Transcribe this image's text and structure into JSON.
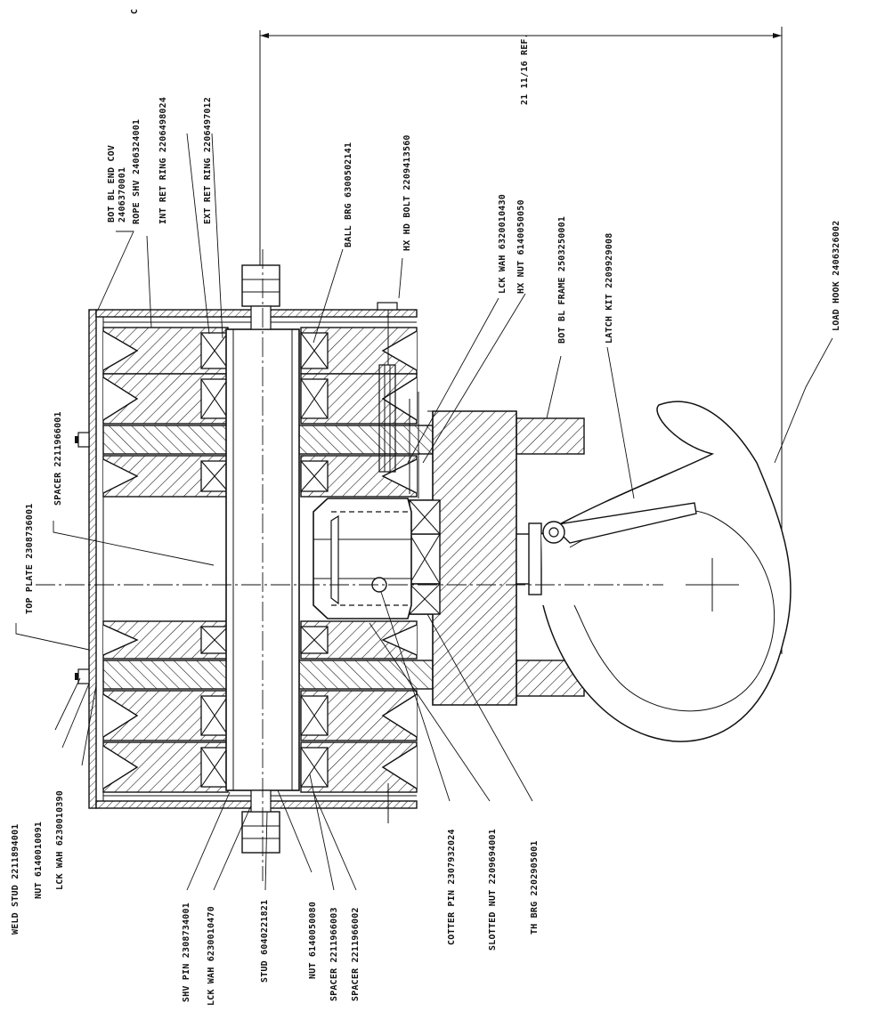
{
  "drawing": {
    "corner_mark": "C",
    "dimension": "21 11/16 REF."
  },
  "labels": [
    {
      "id": "weld-stud",
      "text": "WELD STUD 2211894001"
    },
    {
      "id": "nut-1",
      "text": "NUT 6140010091"
    },
    {
      "id": "lck-wah-1",
      "text": "LCK WAH 6230010390"
    },
    {
      "id": "top-plate",
      "text": "TOP PLATE 2308736001"
    },
    {
      "id": "spacer-top",
      "text": "SPACER 2211966001"
    },
    {
      "id": "bot-bl-end-cov",
      "text": "BOT BL END COV"
    },
    {
      "id": "bot-bl-end-cov-2",
      "text": "2406370001"
    },
    {
      "id": "rope-shv",
      "text": "ROPE SHV 2406324001"
    },
    {
      "id": "int-ret-ring",
      "text": "INT RET RING 2206498024"
    },
    {
      "id": "ext-ret-ring",
      "text": "EXT RET RING 2206497012"
    },
    {
      "id": "ball-brg",
      "text": "BALL BRG 6300502141"
    },
    {
      "id": "hx-hd-bolt",
      "text": "HX HD BOLT 2209413560"
    },
    {
      "id": "lck-wah-2",
      "text": "LCK WAH 6320010430"
    },
    {
      "id": "hx-nut",
      "text": "HX NUT 6140050050"
    },
    {
      "id": "bot-bl-frame",
      "text": "BOT BL FRAME 2503250001"
    },
    {
      "id": "latch-kit",
      "text": "LATCH KIT 2209929008"
    },
    {
      "id": "load-hook",
      "text": "LOAD HOOK 2406326002"
    },
    {
      "id": "shv-pin",
      "text": "SHV PIN 2308734001"
    },
    {
      "id": "lck-wah-3",
      "text": "LCK WAH 6230010470"
    },
    {
      "id": "stud",
      "text": "STUD 6040221821"
    },
    {
      "id": "nut-2",
      "text": "NUT 6140050080"
    },
    {
      "id": "spacer-3",
      "text": "SPACER 2211966003"
    },
    {
      "id": "spacer-2",
      "text": "SPACER 2211966002"
    },
    {
      "id": "cotter-pin",
      "text": "COTTER PIN 2307932024"
    },
    {
      "id": "slotted-nut",
      "text": "SLOTTED NUT 2209694001"
    },
    {
      "id": "th-brg",
      "text": "TH BRG 2202905001"
    }
  ]
}
